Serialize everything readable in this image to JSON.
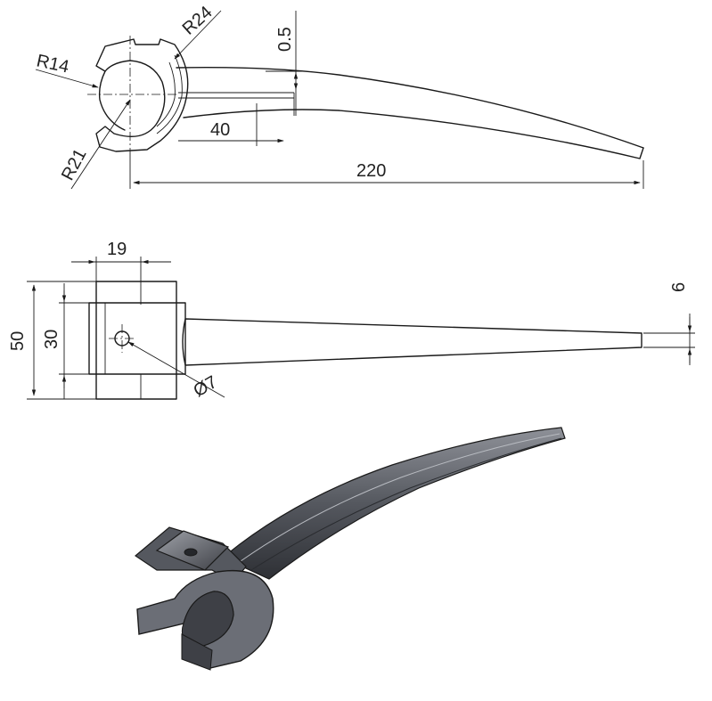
{
  "dimensions": {
    "r14": "R14",
    "r24": "R24",
    "r21": "R21",
    "t05": "0.5",
    "len40": "40",
    "len220": "220",
    "w19": "19",
    "h50": "50",
    "h30": "30",
    "tip6": "6",
    "hole7": "Ø7"
  },
  "colors": {
    "line": "#1a1a1a",
    "solid_dark": "#3e4046",
    "solid_mid": "#6b6e76",
    "solid_light": "#9ea1a8"
  }
}
